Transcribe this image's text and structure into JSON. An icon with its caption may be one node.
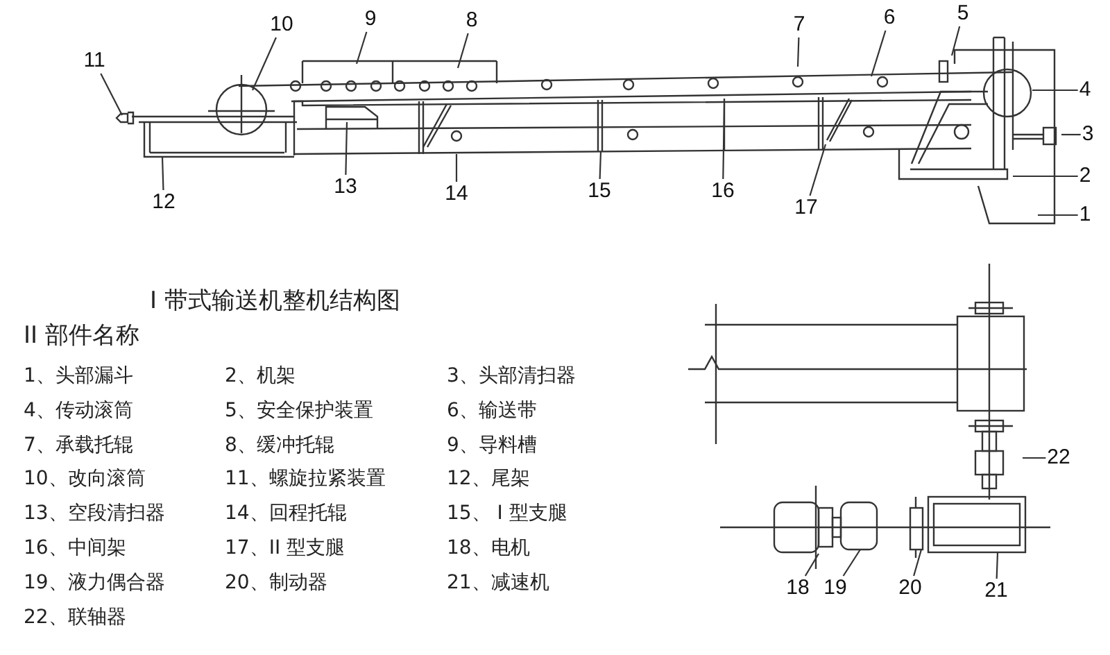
{
  "diagram": {
    "title": "I 带式输送机整机结构图",
    "nodes": [
      {
        "text": [
          "1"
        ]
      },
      {
        "text": [
          "2"
        ]
      },
      {
        "text": [
          "3"
        ]
      },
      {
        "text": [
          "4"
        ]
      },
      {
        "text": [
          "5"
        ]
      },
      {
        "text": [
          "6"
        ]
      },
      {
        "text": [
          "7"
        ]
      },
      {
        "text": [
          "8"
        ]
      },
      {
        "text": [
          "9"
        ]
      },
      {
        "text": [
          "10"
        ]
      },
      {
        "text": [
          "11"
        ]
      },
      {
        "text": [
          "12"
        ]
      },
      {
        "text": [
          "13"
        ]
      },
      {
        "text": [
          "14"
        ]
      },
      {
        "text": [
          "15"
        ]
      },
      {
        "text": [
          "16"
        ]
      },
      {
        "text": [
          "17"
        ]
      },
      {
        "text": [
          "18"
        ]
      },
      {
        "text": [
          "19"
        ]
      },
      {
        "text": [
          "20"
        ]
      },
      {
        "text": [
          "21"
        ]
      },
      {
        "text": [
          "22"
        ]
      }
    ],
    "edges": [
      {
        "from": 0,
        "to": null,
        "arrow": "none"
      },
      {
        "from": 1,
        "to": null,
        "arrow": "none"
      },
      {
        "from": 2,
        "to": null,
        "arrow": "none"
      },
      {
        "from": 3,
        "to": null,
        "arrow": "none"
      },
      {
        "from": 4,
        "to": null,
        "arrow": "none"
      },
      {
        "from": 5,
        "to": null,
        "arrow": "none"
      },
      {
        "from": 6,
        "to": null,
        "arrow": "none"
      },
      {
        "from": 7,
        "to": null,
        "arrow": "none"
      },
      {
        "from": 8,
        "to": null,
        "arrow": "none"
      },
      {
        "from": 9,
        "to": null,
        "arrow": "none"
      },
      {
        "from": 10,
        "to": null,
        "arrow": "none"
      },
      {
        "from": 11,
        "to": null,
        "arrow": "none"
      },
      {
        "from": 12,
        "to": null,
        "arrow": "none"
      },
      {
        "from": 13,
        "to": null,
        "arrow": "none"
      },
      {
        "from": 14,
        "to": null,
        "arrow": "none"
      },
      {
        "from": 15,
        "to": null,
        "arrow": "none"
      },
      {
        "from": 16,
        "to": null,
        "arrow": "none"
      },
      {
        "from": 17,
        "to": null,
        "arrow": "none"
      },
      {
        "from": 18,
        "to": null,
        "arrow": "none"
      },
      {
        "from": 19,
        "to": null,
        "arrow": "none"
      },
      {
        "from": 20,
        "to": null,
        "arrow": "none"
      },
      {
        "from": 21,
        "to": null,
        "arrow": "none"
      }
    ],
    "labels": [
      "II 部件名称",
      "1、头部漏斗",
      "2、机架",
      "3、头部清扫器",
      "4、传动滚筒",
      "5、安全保护装置",
      "6、输送带",
      "7、承载托辊",
      "8、缓冲托辊",
      "9、导料槽",
      "10、改向滚筒",
      "11、螺旋拉紧装置",
      "12、尾架",
      "13、空段清扫器",
      "14、回程托辊",
      "15、 I 型支腿",
      "16、中间架",
      "17、II 型支腿",
      "18、电机",
      "19、液力偶合器",
      "20、制动器",
      "21、减速机",
      "22、联轴器"
    ]
  }
}
